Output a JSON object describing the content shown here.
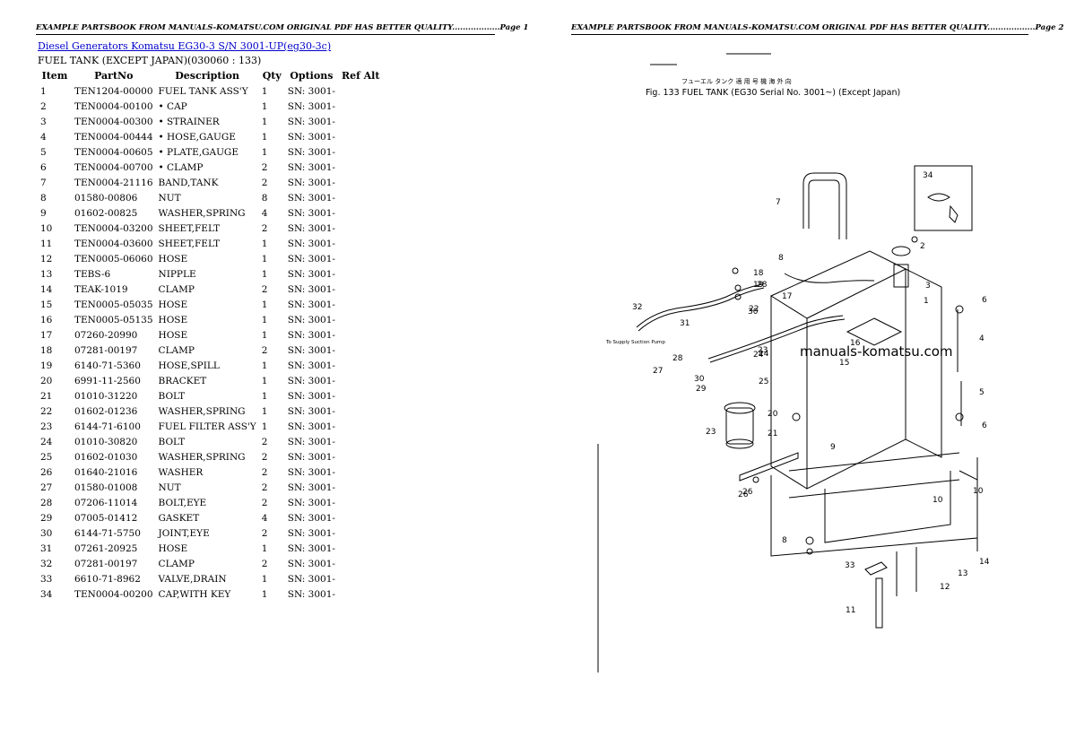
{
  "header": {
    "left": "EXAMPLE PARTSBOOK FROM MANUALS-KOMATSU.COM ORIGINAL PDF HAS BETTER QUALITY..................Page 1",
    "right": "EXAMPLE PARTSBOOK FROM MANUALS-KOMATSU.COM ORIGINAL PDF HAS BETTER QUALITY..................Page 2"
  },
  "breadcrumb_link": "Diesel Generators Komatsu EG30-3 S/N 3001-UP(eg30-3c)",
  "subtitle": "FUEL TANK (EXCEPT JAPAN)(030060 : 133)",
  "columns": [
    "Item",
    "PartNo",
    "Description",
    "Qty",
    "Options",
    "Ref Alt"
  ],
  "rows": [
    [
      "1",
      "TEN1204-00000",
      "FUEL TANK ASS'Y",
      "1",
      "SN: 3001-",
      ""
    ],
    [
      "2",
      "TEN0004-00100",
      "• CAP",
      "1",
      "SN: 3001-",
      ""
    ],
    [
      "3",
      "TEN0004-00300",
      "• STRAINER",
      "1",
      "SN: 3001-",
      ""
    ],
    [
      "4",
      "TEN0004-00444",
      "• HOSE,GAUGE",
      "1",
      "SN: 3001-",
      ""
    ],
    [
      "5",
      "TEN0004-00605",
      "• PLATE,GAUGE",
      "1",
      "SN: 3001-",
      ""
    ],
    [
      "6",
      "TEN0004-00700",
      "• CLAMP",
      "2",
      "SN: 3001-",
      ""
    ],
    [
      "7",
      "TEN0004-21116",
      "BAND,TANK",
      "2",
      "SN: 3001-",
      ""
    ],
    [
      "8",
      "01580-00806",
      "NUT",
      "8",
      "SN: 3001-",
      ""
    ],
    [
      "9",
      "01602-00825",
      "WASHER,SPRING",
      "4",
      "SN: 3001-",
      ""
    ],
    [
      "10",
      "TEN0004-03200",
      "SHEET,FELT",
      "2",
      "SN: 3001-",
      ""
    ],
    [
      "11",
      "TEN0004-03600",
      "SHEET,FELT",
      "1",
      "SN: 3001-",
      ""
    ],
    [
      "12",
      "TEN0005-06060",
      "HOSE",
      "1",
      "SN: 3001-",
      ""
    ],
    [
      "13",
      "TEBS-6",
      "NIPPLE",
      "1",
      "SN: 3001-",
      ""
    ],
    [
      "14",
      "TEAK-1019",
      "CLAMP",
      "2",
      "SN: 3001-",
      ""
    ],
    [
      "15",
      "TEN0005-05035",
      "HOSE",
      "1",
      "SN: 3001-",
      ""
    ],
    [
      "16",
      "TEN0005-05135",
      "HOSE",
      "1",
      "SN: 3001-",
      ""
    ],
    [
      "17",
      "07260-20990",
      "HOSE",
      "1",
      "SN: 3001-",
      ""
    ],
    [
      "18",
      "07281-00197",
      "CLAMP",
      "2",
      "SN: 3001-",
      ""
    ],
    [
      "19",
      "6140-71-5360",
      "HOSE,SPILL",
      "1",
      "SN: 3001-",
      ""
    ],
    [
      "20",
      "6991-11-2560",
      "BRACKET",
      "1",
      "SN: 3001-",
      ""
    ],
    [
      "21",
      "01010-31220",
      "BOLT",
      "1",
      "SN: 3001-",
      ""
    ],
    [
      "22",
      "01602-01236",
      "WASHER,SPRING",
      "1",
      "SN: 3001-",
      ""
    ],
    [
      "23",
      "6144-71-6100",
      "FUEL FILTER ASS'Y",
      "1",
      "SN: 3001-",
      ""
    ],
    [
      "24",
      "01010-30820",
      "BOLT",
      "2",
      "SN: 3001-",
      ""
    ],
    [
      "25",
      "01602-01030",
      "WASHER,SPRING",
      "2",
      "SN: 3001-",
      ""
    ],
    [
      "26",
      "01640-21016",
      "WASHER",
      "2",
      "SN: 3001-",
      ""
    ],
    [
      "27",
      "01580-01008",
      "NUT",
      "2",
      "SN: 3001-",
      ""
    ],
    [
      "28",
      "07206-11014",
      "BOLT,EYE",
      "2",
      "SN: 3001-",
      ""
    ],
    [
      "29",
      "07005-01412",
      "GASKET",
      "4",
      "SN: 3001-",
      ""
    ],
    [
      "30",
      "6144-71-5750",
      "JOINT,EYE",
      "2",
      "SN: 3001-",
      ""
    ],
    [
      "31",
      "07261-20925",
      "HOSE",
      "1",
      "SN: 3001-",
      ""
    ],
    [
      "32",
      "07281-00197",
      "CLAMP",
      "2",
      "SN: 3001-",
      ""
    ],
    [
      "33",
      "6610-71-8962",
      "VALVE,DRAIN",
      "1",
      "SN: 3001-",
      ""
    ],
    [
      "34",
      "TEN0004-00200",
      "CAP,WITH KEY",
      "1",
      "SN: 3001-",
      ""
    ]
  ],
  "diagram": {
    "fig_line1": "Fig. 133   FUEL TANK   (EG30 Serial No. 3001~)  (Except Japan)",
    "kana_line": "フューエル タンク     適 用 号 機          海 外 向",
    "watermark": "manuals-komatsu.com",
    "pump_note": "To Supply Suction Pump",
    "callouts": [
      "1",
      "2",
      "3",
      "4",
      "5",
      "6",
      "6",
      "7",
      "8",
      "8",
      "9",
      "10",
      "10",
      "11",
      "12",
      "13",
      "14",
      "15",
      "16",
      "17",
      "18",
      "19",
      "20",
      "21",
      "22",
      "23",
      "23",
      "24",
      "24",
      "25",
      "26",
      "26",
      "27",
      "28",
      "28",
      "29",
      "30",
      "30",
      "31",
      "32",
      "33",
      "34"
    ]
  }
}
